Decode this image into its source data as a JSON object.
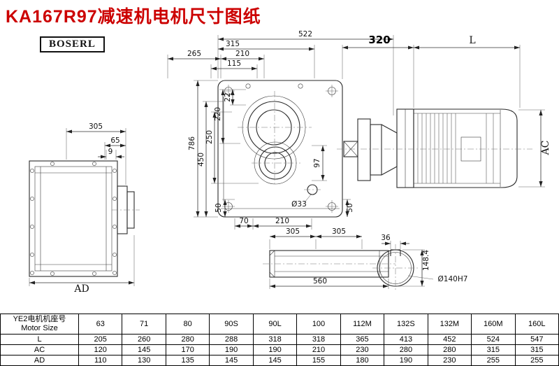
{
  "title": "KA167R97减速机电机尺寸图纸",
  "logo": "BOSERL",
  "colors": {
    "title": "#cc0000",
    "line": "#222222"
  },
  "dims": {
    "rear_view": {
      "w305": "305",
      "w65": "65",
      "w9": "9",
      "ad": "AD"
    },
    "front_view_top": {
      "t522": "522",
      "t315": "315",
      "t265": "265",
      "t210": "210",
      "t115": "115"
    },
    "front_view_left": {
      "v786": "786",
      "v450": "450",
      "v250": "250",
      "v220": "220",
      "v22": "22"
    },
    "front_view_inner": {
      "v97": "97"
    },
    "front_view_bottom": {
      "b50_left": "50",
      "b70": "70",
      "b210": "210",
      "b33": "Ø33",
      "b50_right": "50"
    },
    "motor_view": {
      "m320": "320",
      "mL": "L",
      "mAC": "AC"
    },
    "shaft_view": {
      "s305a": "305",
      "s305b": "305",
      "s560": "560"
    },
    "section_view": {
      "k36": "36",
      "k148": "148.4",
      "k140": "Ø140H7"
    }
  },
  "table": {
    "header_line1": "YE2电机机座号",
    "header_line2": "Motor Size",
    "sizes": [
      "63",
      "71",
      "80",
      "90S",
      "90L",
      "100",
      "112M",
      "132S",
      "132M",
      "160M",
      "160L"
    ],
    "rows": [
      {
        "label": "L",
        "values": [
          "205",
          "260",
          "280",
          "288",
          "318",
          "318",
          "365",
          "413",
          "452",
          "524",
          "547"
        ]
      },
      {
        "label": "AC",
        "values": [
          "120",
          "145",
          "170",
          "190",
          "190",
          "210",
          "230",
          "280",
          "280",
          "315",
          "315"
        ]
      },
      {
        "label": "AD",
        "values": [
          "110",
          "130",
          "135",
          "145",
          "145",
          "155",
          "180",
          "190",
          "230",
          "255",
          "255"
        ]
      }
    ]
  }
}
